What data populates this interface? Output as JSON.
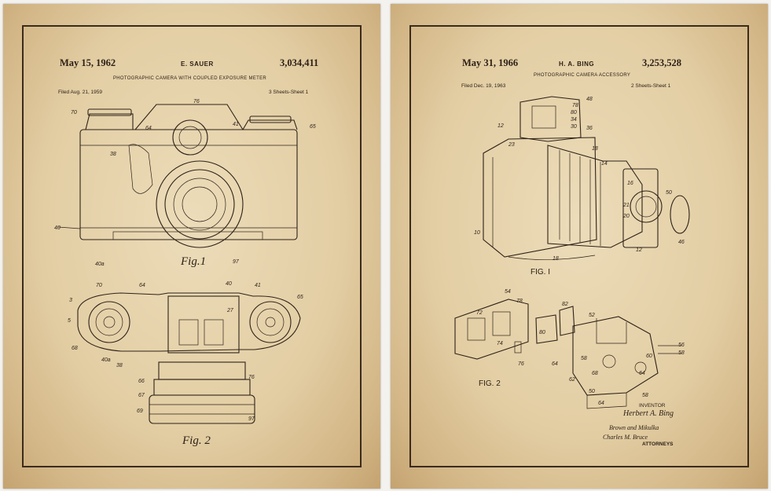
{
  "left": {
    "date": "May 15, 1962",
    "inventor": "E. SAUER",
    "patent_number": "3,034,411",
    "title": "PHOTOGRAPHIC CAMERA WITH COUPLED EXPOSURE METER",
    "filed": "Filed Aug. 21, 1959",
    "sheets": "3 Sheets-Sheet 1",
    "fig1": "Fig.1",
    "fig2": "Fig. 2"
  },
  "right": {
    "date": "May 31, 1966",
    "inventor": "H. A. BING",
    "patent_number": "3,253,528",
    "title": "PHOTOGRAPHIC CAMERA ACCESSORY",
    "filed": "Filed Dec. 19, 1963",
    "sheets": "2 Sheets-Sheet 1",
    "fig1": "FIG. I",
    "fig2": "FIG. 2",
    "inventor_label": "INVENTOR",
    "signature": "Herbert A. Bing",
    "attorney_sig_1": "Brown and Mikulka",
    "attorney_sig_2": "Charles M. Bruce",
    "attorneys_label": "ATTORNEYS"
  },
  "colors": {
    "paper": "#e3cea4",
    "ink": "#2e2218",
    "background": "#f4f2ee"
  }
}
